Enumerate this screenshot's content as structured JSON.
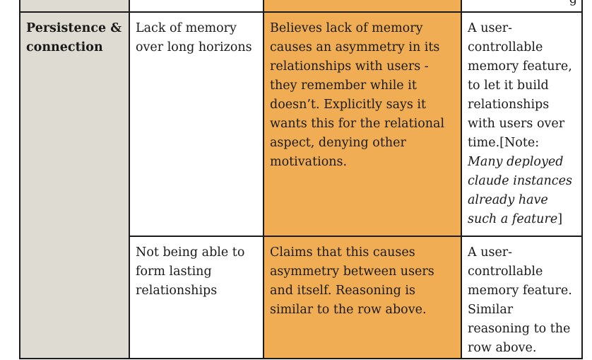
{
  "rows": {
    "stub": {
      "col4_partial": "g"
    },
    "persistence": {
      "category": "Persistence & connection",
      "r1": {
        "issue": "Lack of memory over long horizons",
        "claude_view": "Believes lack of memory causes an asymmetry in its relationships with users - they remember while it doesn’t. Explicitly says it wants this for the relational aspect, denying other motivations.",
        "proposal": "A user-controllable memory feature, to let it build relationships with users over time.",
        "note_open": "[Note: ",
        "note_text": "Many deployed claude instances already have such a feature",
        "note_close": "]"
      },
      "r2": {
        "issue": "Not being able to form lasting relationships",
        "claude_view": "Claims that this causes asymmetry between users and itself. Reasoning is similar to the row above.",
        "proposal": "A user-controllable memory feature. Similar reasoning to the row above."
      }
    }
  },
  "colors": {
    "category_bg": "#dedcd2",
    "highlight_bg": "#f0ad54",
    "border": "#1a1a1a"
  }
}
